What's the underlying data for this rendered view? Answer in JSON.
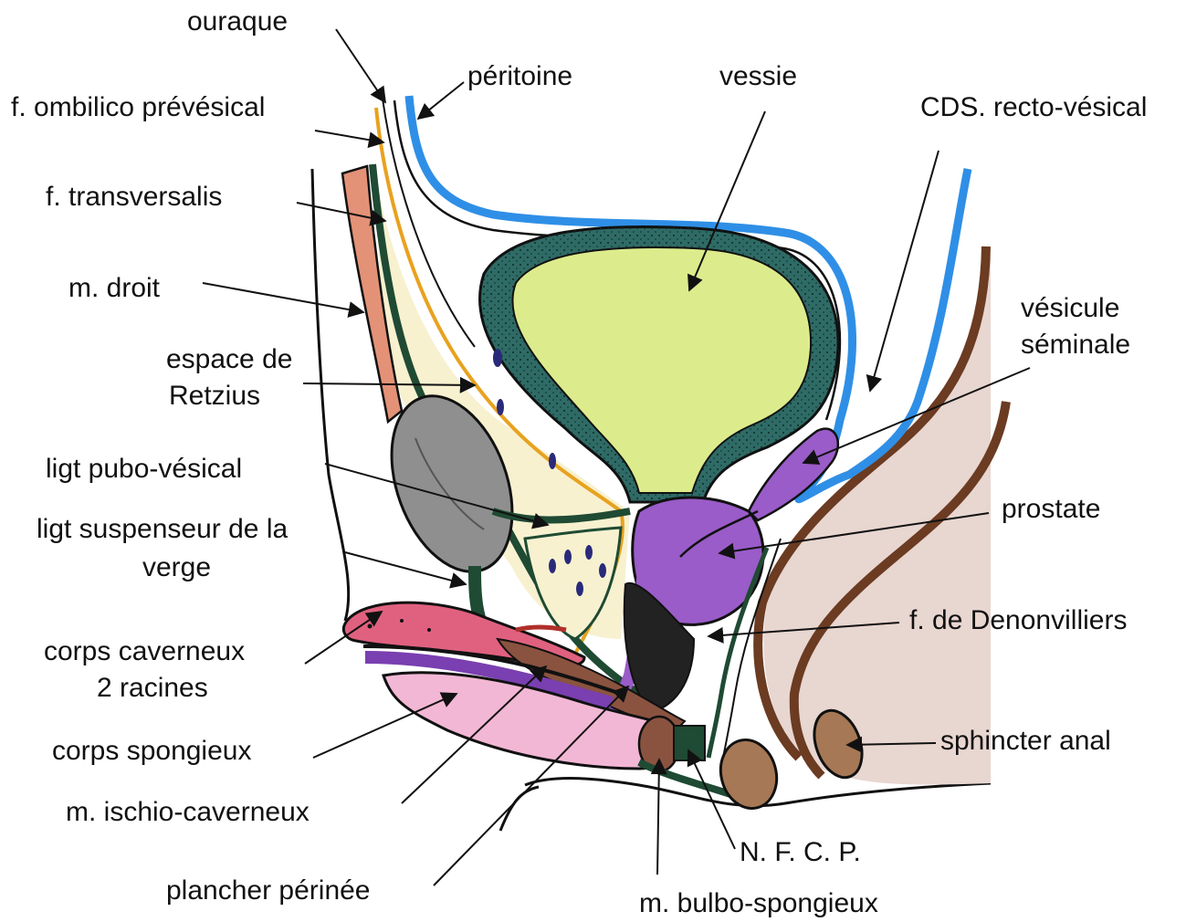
{
  "diagram": {
    "labels": {
      "ouraque": "ouraque",
      "peritoine": "péritoine",
      "vessie": "vessie",
      "cds": "CDS. recto-vésical",
      "ombilico": "f. ombilico prévésical",
      "transversalis": "f. transversalis",
      "droit": "m. droit",
      "retzius_1": "espace de",
      "retzius_2": "Retzius",
      "vesicule_1": "vésicule",
      "vesicule_2": "séminale",
      "pubo": "ligt pubo-vésical",
      "susp_1": "ligt suspenseur de la",
      "susp_2": "verge",
      "prostate": "prostate",
      "denon": "f. de Denonvilliers",
      "cav_1": "corps caverneux",
      "cav_2": "2 racines",
      "spong": "corps spongieux",
      "sphincter": "sphincter anal",
      "ischio": "m. ischio-caverneux",
      "nfcp": "N. F. C. P.",
      "plancher": "plancher périnée",
      "bulbo": "m. bulbo-spongieux"
    },
    "colors": {
      "bladder_wall": "#2f6b66",
      "bladder_lumen": "#dcec8c",
      "peritoneum": "#2f8fe6",
      "fascia_line": "#e8a21f",
      "fascia_green": "#1f4a33",
      "rectus_muscle": "#e39277",
      "retzius_space": "#f7f1d0",
      "pubic_bone": "#8f8f8f",
      "prostate": "#9a5cc8",
      "rectum_fill": "#e8d6d0",
      "rectum_wall": "#6b3b22",
      "corpus_cavernosum": "#e0617f",
      "corpus_spongiosum": "#f2b7d4",
      "ischio_muscle": "#8a5340",
      "anal_sphincter": "#a67855",
      "vessel": "#2a2a7a"
    }
  }
}
